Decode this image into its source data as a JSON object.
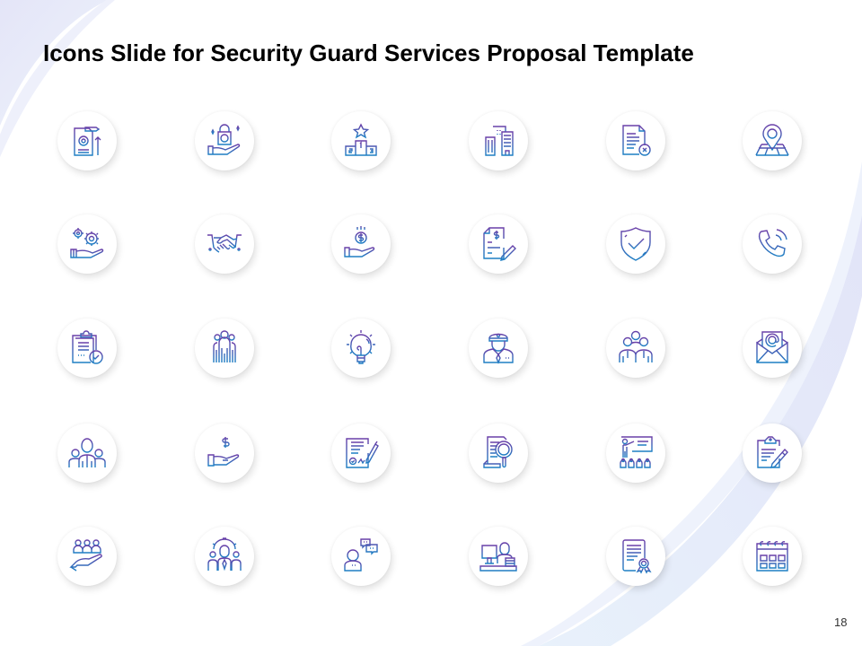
{
  "slide": {
    "title": "Icons Slide for Security Guard Services Proposal Template",
    "page_number": "18"
  },
  "theme": {
    "icon_gradient_top": "#6a3fa8",
    "icon_gradient_bottom": "#1d7fc4",
    "swoosh_color": "#e6e8fa",
    "title_color": "#000000"
  },
  "layout": {
    "columns_x": [
      97,
      250,
      402,
      555,
      708,
      860
    ],
    "rows_y": [
      157,
      272,
      388,
      505,
      620
    ]
  },
  "icons": [
    {
      "row": 0,
      "col": 0,
      "name": "document-gear-pencil-icon"
    },
    {
      "row": 0,
      "col": 1,
      "name": "hand-money-bag-icon"
    },
    {
      "row": 0,
      "col": 2,
      "name": "podium-star-icon"
    },
    {
      "row": 0,
      "col": 3,
      "name": "buildings-icon"
    },
    {
      "row": 0,
      "col": 4,
      "name": "document-reject-icon"
    },
    {
      "row": 0,
      "col": 5,
      "name": "map-pin-icon"
    },
    {
      "row": 1,
      "col": 0,
      "name": "hand-gears-icon"
    },
    {
      "row": 1,
      "col": 1,
      "name": "handshake-icon"
    },
    {
      "row": 1,
      "col": 2,
      "name": "hand-coin-icon"
    },
    {
      "row": 1,
      "col": 3,
      "name": "invoice-pencil-icon"
    },
    {
      "row": 1,
      "col": 4,
      "name": "shield-check-icon"
    },
    {
      "row": 1,
      "col": 5,
      "name": "phone-call-icon"
    },
    {
      "row": 2,
      "col": 0,
      "name": "clipboard-check-icon"
    },
    {
      "row": 2,
      "col": 1,
      "name": "group-people-icon"
    },
    {
      "row": 2,
      "col": 2,
      "name": "lightbulb-icon"
    },
    {
      "row": 2,
      "col": 3,
      "name": "security-guard-icon"
    },
    {
      "row": 2,
      "col": 4,
      "name": "business-team-icon"
    },
    {
      "row": 2,
      "col": 5,
      "name": "email-envelope-icon"
    },
    {
      "row": 3,
      "col": 0,
      "name": "family-team-icon"
    },
    {
      "row": 3,
      "col": 1,
      "name": "hand-dollar-icon"
    },
    {
      "row": 3,
      "col": 2,
      "name": "signed-contract-icon"
    },
    {
      "row": 3,
      "col": 3,
      "name": "document-search-icon"
    },
    {
      "row": 3,
      "col": 4,
      "name": "presentation-training-icon"
    },
    {
      "row": 3,
      "col": 5,
      "name": "clipboard-edit-icon"
    },
    {
      "row": 4,
      "col": 0,
      "name": "hand-people-icon"
    },
    {
      "row": 4,
      "col": 1,
      "name": "team-gear-icon"
    },
    {
      "row": 4,
      "col": 2,
      "name": "person-chat-icon"
    },
    {
      "row": 4,
      "col": 3,
      "name": "desk-worker-icon"
    },
    {
      "row": 4,
      "col": 4,
      "name": "certificate-icon"
    },
    {
      "row": 4,
      "col": 5,
      "name": "calendar-icon"
    }
  ]
}
